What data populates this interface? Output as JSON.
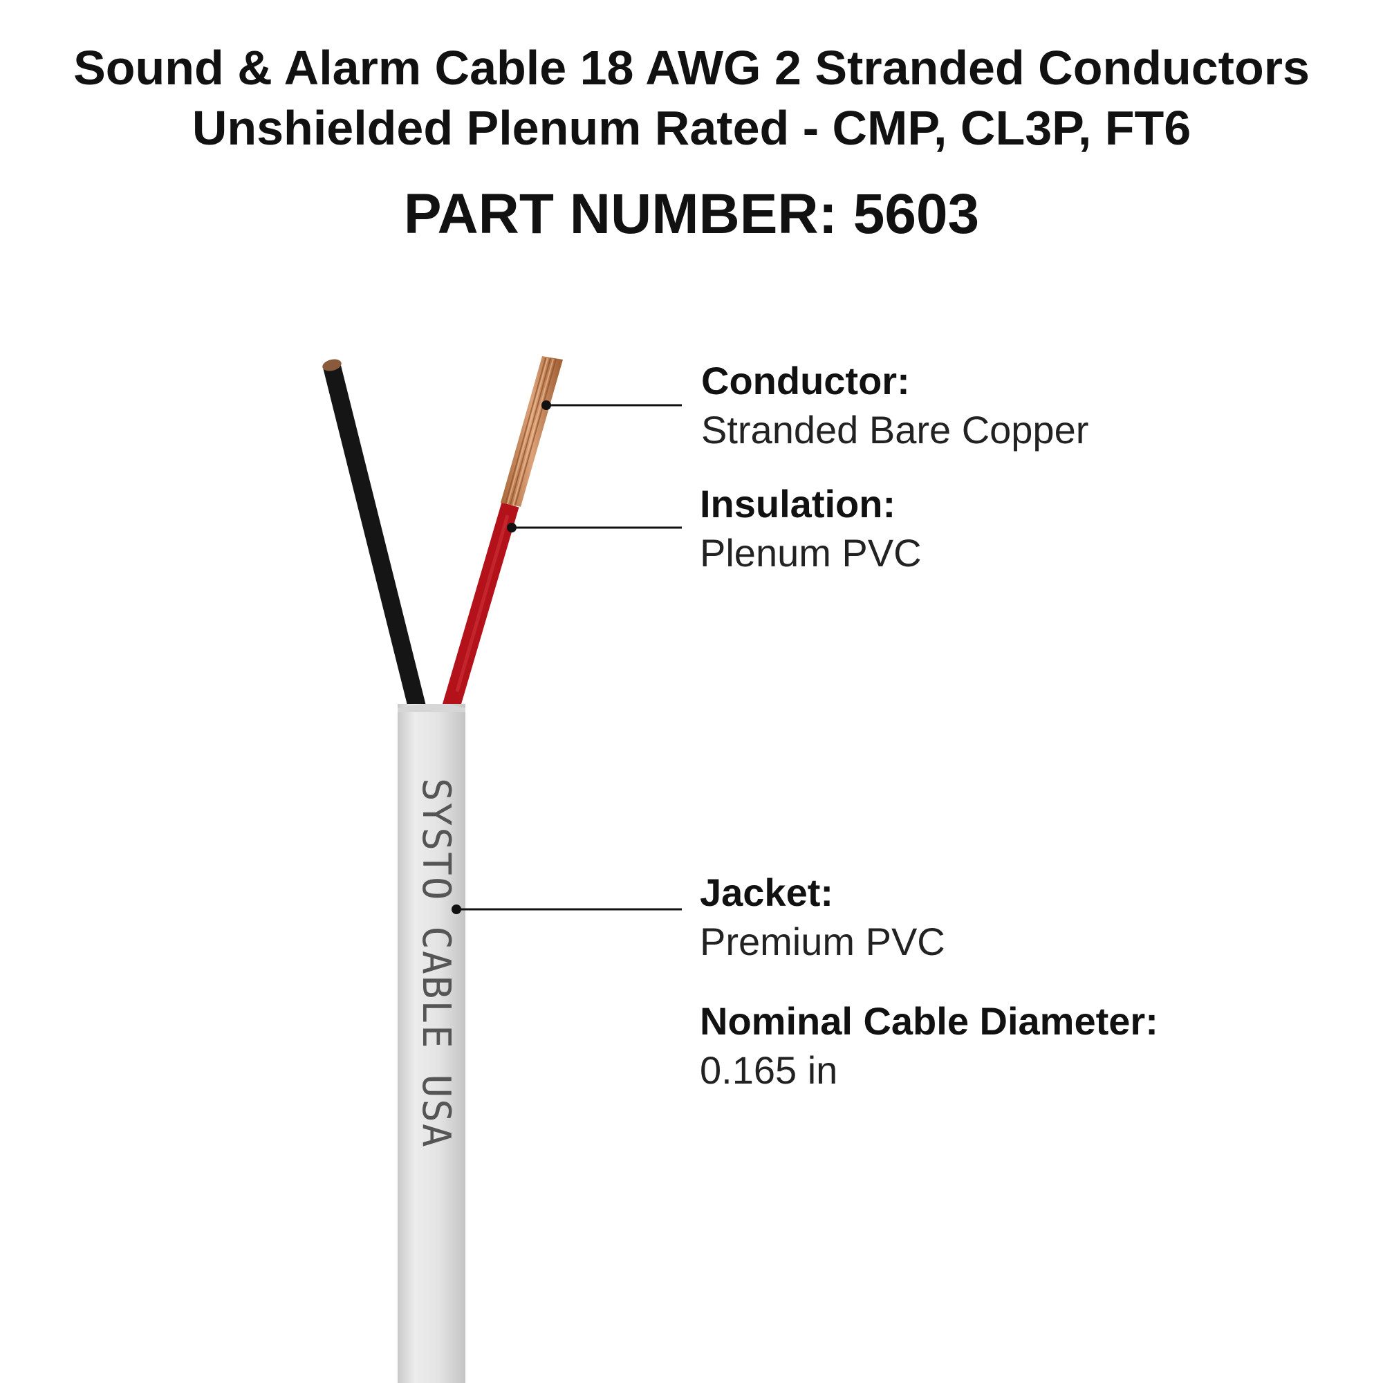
{
  "header": {
    "title_line1": "Sound & Alarm  Cable  18 AWG 2 Stranded Conductors",
    "title_line2": "Unshielded Plenum Rated - CMP, CL3P, FT6",
    "part_number": "PART NUMBER: 5603"
  },
  "cable": {
    "jacket_print": "SYSTO CABLE USA",
    "colors": {
      "jacket": "#e3e3e3",
      "black_wire": "#151515",
      "red_wire": "#b3121a",
      "copper": "#c8844f"
    }
  },
  "specs": {
    "conductor": {
      "label": "Conductor:",
      "value": "Stranded Bare Copper"
    },
    "insulation": {
      "label": "Insulation:",
      "value": "Plenum PVC"
    },
    "jacket": {
      "label": "Jacket:",
      "value": "Premium PVC"
    },
    "diameter": {
      "label": "Nominal Cable Diameter:",
      "value": "0.165 in"
    }
  }
}
